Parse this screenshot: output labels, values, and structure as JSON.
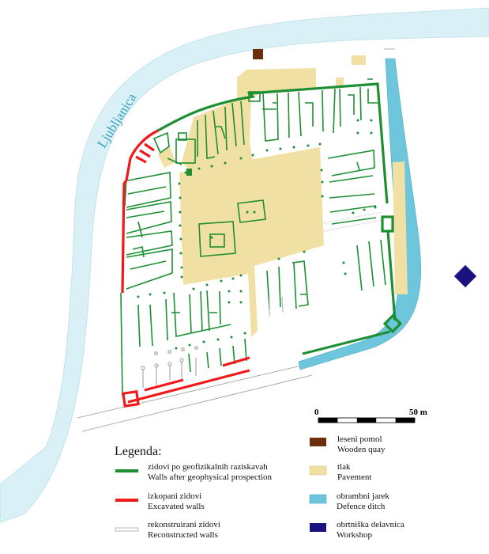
{
  "map": {
    "river_label": "Ljubljanica",
    "scale": {
      "start_label": "0",
      "end_label": "50 m"
    }
  },
  "legend": {
    "title": "Legenda:",
    "items": [
      {
        "sl": "zidovi po geofizikalnih raziskavah",
        "en": "Walls after geophysical prospection",
        "color": "#1d8f32"
      },
      {
        "sl": "izkopani zidovi",
        "en": "Excavated walls",
        "color": "#f01818"
      },
      {
        "sl": "rekonstruirani zidovi",
        "en": "Reconstructed walls",
        "color": "#ffffff"
      },
      {
        "sl": "leseni pomol",
        "en": "Wooden quay",
        "color": "#6b2f0c"
      },
      {
        "sl": "tlak",
        "en": "Pavement",
        "color": "#f1e0a3"
      },
      {
        "sl": "obrambni jarek",
        "en": "Defence ditch",
        "color": "#6ec6dc"
      },
      {
        "sl": "obrtniška delavnica",
        "en": "Workshop",
        "color": "#1a1280"
      }
    ]
  }
}
